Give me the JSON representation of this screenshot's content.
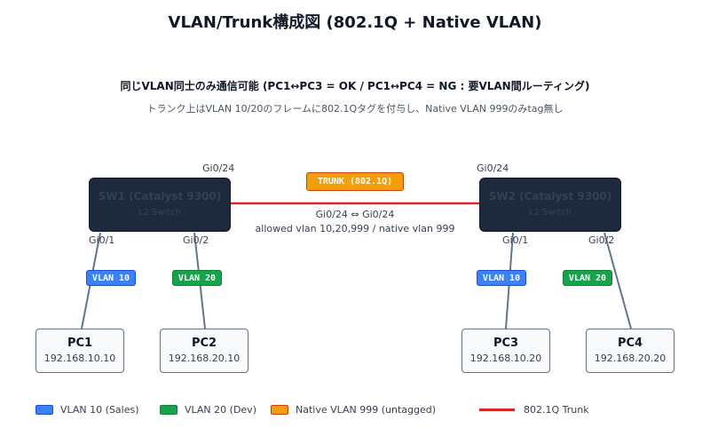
{
  "title": "VLAN/Trunk構成図 (802.1Q + Native VLAN)",
  "subtitle": "同じVLAN同士のみ通信可能 (PC1↔PC3 = OK / PC1↔PC4 = NG : 要VLAN間ルーティング)",
  "note": "トランク上はVLAN 10/20のフレームに802.1Qタグを付与し、Native VLAN 999のみtag無し",
  "switches": [
    {
      "name": "SW1 (Catalyst 9300)",
      "role": "L2 Switch"
    },
    {
      "name": "SW2 (Catalyst 9300)",
      "role": "L2 Switch"
    }
  ],
  "ports": {
    "sw1_uplink": "Gi0/24",
    "sw2_uplink": "Gi0/24",
    "sw1_p1": "Gi0/1",
    "sw1_p2": "Gi0/2",
    "sw2_p1": "Gi0/1",
    "sw2_p2": "Gi0/2"
  },
  "trunk": {
    "label": "TRUNK (802.1Q)",
    "ports": "Gi0/24 ⇔ Gi0/24",
    "allowed": "allowed vlan 10,20,999 / native vlan 999",
    "color": "#dc2626"
  },
  "vlan_tags": {
    "sw1_p1": "VLAN 10",
    "sw1_p2": "VLAN 20",
    "sw2_p1": "VLAN 10",
    "sw2_p2": "VLAN 20"
  },
  "pcs": [
    {
      "name": "PC1",
      "ip": "192.168.10.10"
    },
    {
      "name": "PC2",
      "ip": "192.168.20.10"
    },
    {
      "name": "PC3",
      "ip": "192.168.10.20"
    },
    {
      "name": "PC4",
      "ip": "192.168.20.20"
    }
  ],
  "legend": {
    "vlan10": "VLAN 10 (Sales)",
    "vlan20": "VLAN 20 (Dev)",
    "native": "Native VLAN 999 (untagged)",
    "trunk": "802.1Q Trunk"
  },
  "colors": {
    "vlan10": "#3b82f6",
    "vlan20": "#16a34a",
    "native": "#f59e0b",
    "trunk": "#dc2626",
    "switch": "#1e293b"
  }
}
